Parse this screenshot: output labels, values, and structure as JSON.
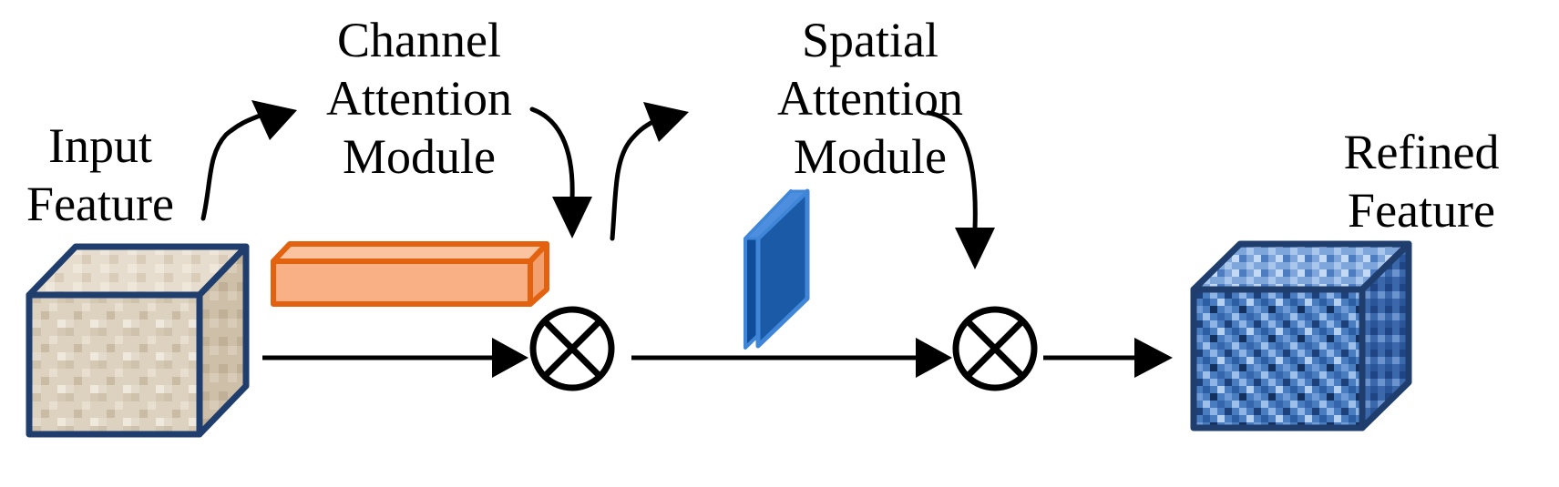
{
  "labels": {
    "input_feature": [
      "Input",
      "Feature"
    ],
    "channel_attention": [
      "Channel",
      "Attention",
      "Module"
    ],
    "spatial_attention": [
      "Spatial",
      "Attention",
      "Module"
    ],
    "refined_feature": [
      "Refined",
      "Feature"
    ]
  },
  "operators": {
    "multiply_symbol": "⊗"
  },
  "colors": {
    "input_cube_face": "#ddd2c0",
    "cube_edge": "#1f3e6e",
    "channel_bar_fill": "#f9b085",
    "channel_bar_edge": "#e3620f",
    "spatial_slab_fill": "#1a5aa6",
    "spatial_slab_edge": "#3f86d8",
    "refined_cube_face": "#3f6fb0",
    "arrow": "#000000"
  }
}
